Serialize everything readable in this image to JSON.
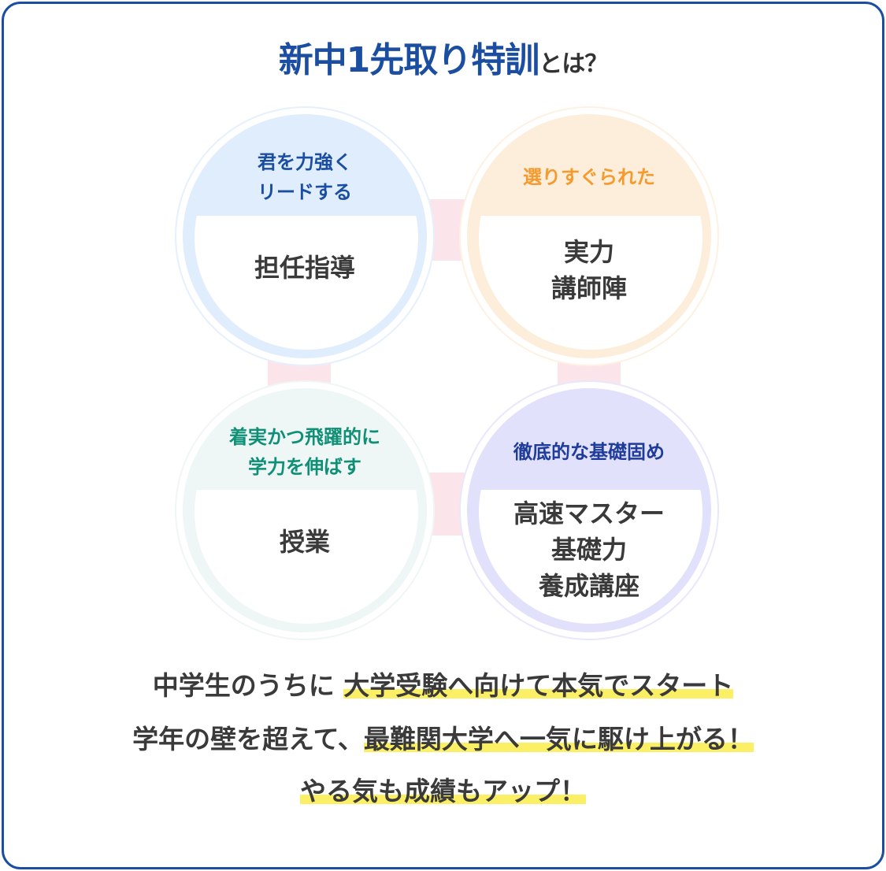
{
  "title": {
    "highlight": "新中1先取り特訓",
    "rest": "とは？"
  },
  "circles": [
    {
      "lead": [
        "君を力強く",
        "リードする"
      ],
      "main": [
        "担任指導"
      ],
      "lead_color": "#1b4ea0",
      "ring_color": "#e0edfd"
    },
    {
      "lead": [
        "選りすぐられた"
      ],
      "main": [
        "実力",
        "講師陣"
      ],
      "lead_color": "#f59a2e",
      "ring_color": "#fdeedb"
    },
    {
      "lead": [
        "着実かつ飛躍的に",
        "学力を伸ばす"
      ],
      "main": [
        "授業"
      ],
      "lead_color": "#0e8f76",
      "ring_color": "#eef7f5"
    },
    {
      "lead": [
        "徹底的な基礎固め"
      ],
      "main": [
        "高速マスター",
        "基礎力",
        "養成講座"
      ],
      "lead_color": "#1f3c9a",
      "ring_color": "#e1e1fc"
    }
  ],
  "message": [
    {
      "plain": "中学生のうちに ",
      "highlight": "大学受験へ向けて本気でスタート"
    },
    {
      "plain": "学年の壁を超えて、",
      "highlight": "最難関大学へ一気に駆け上がる！"
    },
    {
      "plain": "",
      "highlight": "やる気も成績もアップ！"
    }
  ]
}
